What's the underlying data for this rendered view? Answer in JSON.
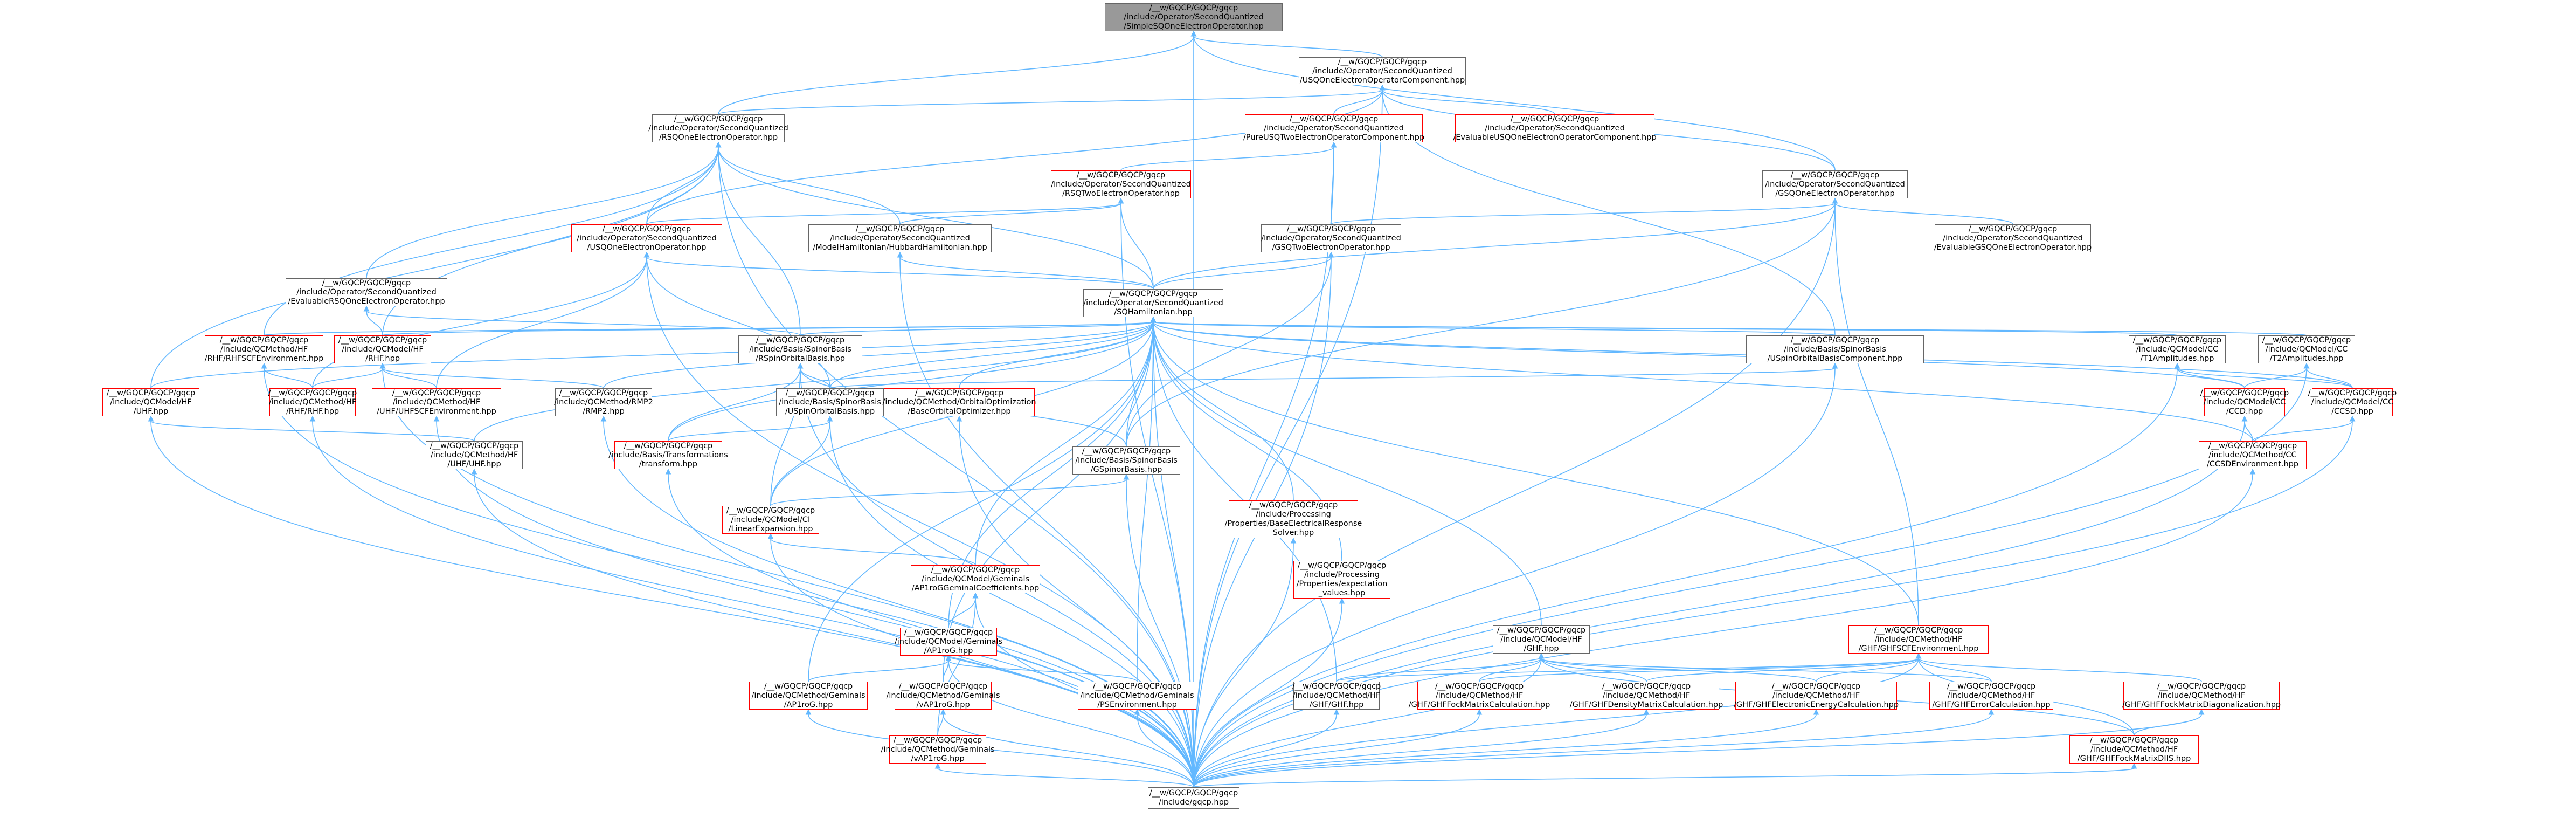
{
  "graph": {
    "colors": {
      "edge": "#63b8ff",
      "node_border": "#666666",
      "node_highlight_border": "#ff0000",
      "root_fill": "#999999"
    },
    "nodes": [
      {
        "id": "root",
        "lines": [
          "/__w/GQCP/GQCP/gqcp",
          "/include/Operator/SecondQuantized",
          "/SimpleSQOneElectronOperator.hpp"
        ],
        "style": "root"
      },
      {
        "id": "sqoeoc",
        "lines": [
          "/__w/GQCP/GQCP/gqcp",
          "/include/Operator/SecondQuantized",
          "/USQOneElectronOperatorComponent.hpp"
        ],
        "style": "normal"
      },
      {
        "id": "rsqoeo",
        "lines": [
          "/__w/GQCP/GQCP/gqcp",
          "/include/Operator/SecondQuantized",
          "/RSQOneElectronOperator.hpp"
        ],
        "style": "normal"
      },
      {
        "id": "pusqoeoc",
        "lines": [
          "/__w/GQCP/GQCP/gqcp",
          "/include/Operator/SecondQuantized",
          "/PureUSQTwoElectronOperatorComponent.hpp"
        ],
        "style": "red"
      },
      {
        "id": "evaluoeoc",
        "lines": [
          "/__w/GQCP/GQCP/gqcp",
          "/include/Operator/SecondQuantized",
          "/EvaluableUSQOneElectronOperatorComponent.hpp"
        ],
        "style": "red"
      },
      {
        "id": "rsqteo",
        "lines": [
          "/__w/GQCP/GQCP/gqcp",
          "/include/Operator/SecondQuantized",
          "/RSQTwoElectronOperator.hpp"
        ],
        "style": "red"
      },
      {
        "id": "gsqoeo",
        "lines": [
          "/__w/GQCP/GQCP/gqcp",
          "/include/Operator/SecondQuantized",
          "/GSQOneElectronOperator.hpp"
        ],
        "style": "normal"
      },
      {
        "id": "usqoeo",
        "lines": [
          "/__w/GQCP/GQCP/gqcp",
          "/include/Operator/SecondQuantized",
          "/USQOneElectronOperator.hpp"
        ],
        "style": "red"
      },
      {
        "id": "hubbard",
        "lines": [
          "/__w/GQCP/GQCP/gqcp",
          "/include/Operator/SecondQuantized",
          "/ModelHamiltonian/HubbardHamiltonian.hpp"
        ],
        "style": "normal"
      },
      {
        "id": "gsqteo",
        "lines": [
          "/__w/GQCP/GQCP/gqcp",
          "/include/Operator/SecondQuantized",
          "/GSQTwoElectronOperator.hpp"
        ],
        "style": "normal"
      },
      {
        "id": "evalgsqoeo",
        "lines": [
          "/__w/GQCP/GQCP/gqcp",
          "/include/Operator/SecondQuantized",
          "/EvaluableGSQOneElectronOperator.hpp"
        ],
        "style": "normal"
      },
      {
        "id": "evalrsqoeo",
        "lines": [
          "/__w/GQCP/GQCP/gqcp",
          "/include/Operator/SecondQuantized",
          "/EvaluableRSQOneElectronOperator.hpp"
        ],
        "style": "normal"
      },
      {
        "id": "sqham",
        "lines": [
          "/__w/GQCP/GQCP/gqcp",
          "/include/Operator/SecondQuantized",
          "/SQHamiltonian.hpp"
        ],
        "style": "normal"
      },
      {
        "id": "rhfscf",
        "lines": [
          "/__w/GQCP/GQCP/gqcp",
          "/include/QCMethod/HF",
          "/RHF/RHFSCFEnvironment.hpp"
        ],
        "style": "red"
      },
      {
        "id": "rhfmodel",
        "lines": [
          "/__w/GQCP/GQCP/gqcp",
          "/include/QCModel/HF",
          "/RHF.hpp"
        ],
        "style": "red"
      },
      {
        "id": "rsob",
        "lines": [
          "/__w/GQCP/GQCP/gqcp",
          "/include/Basis/SpinorBasis",
          "/RSpinOrbitalBasis.hpp"
        ],
        "style": "normal"
      },
      {
        "id": "uspinorcomp",
        "lines": [
          "/__w/GQCP/GQCP/gqcp",
          "/include/Basis/SpinorBasis",
          "/USpinOrbitalBasisComponent.hpp"
        ],
        "style": "normal"
      },
      {
        "id": "t1amp",
        "lines": [
          "/__w/GQCP/GQCP/gqcp",
          "/include/QCModel/CC",
          "/T1Amplitudes.hpp"
        ],
        "style": "normal"
      },
      {
        "id": "t2amp",
        "lines": [
          "/__w/GQCP/GQCP/gqcp",
          "/include/QCModel/CC",
          "/T2Amplitudes.hpp"
        ],
        "style": "normal"
      },
      {
        "id": "uhfmodel",
        "lines": [
          "/__w/GQCP/GQCP/gqcp",
          "/include/QCModel/HF",
          "/UHF.hpp"
        ],
        "style": "red"
      },
      {
        "id": "rhfmethod",
        "lines": [
          "/__w/GQCP/GQCP/gqcp",
          "/include/QCMethod/HF",
          "/RHF/RHF.hpp"
        ],
        "style": "red"
      },
      {
        "id": "uhfscf",
        "lines": [
          "/__w/GQCP/GQCP/gqcp",
          "/include/QCMethod/HF",
          "/UHF/UHFSCFEnvironment.hpp"
        ],
        "style": "red"
      },
      {
        "id": "rmp2",
        "lines": [
          "/__w/GQCP/GQCP/gqcp",
          "/include/QCMethod/RMP2",
          "/RMP2.hpp"
        ],
        "style": "normal"
      },
      {
        "id": "usob",
        "lines": [
          "/__w/GQCP/GQCP/gqcp",
          "/include/Basis/SpinorBasis",
          "/USpinOrbitalBasis.hpp"
        ],
        "style": "normal"
      },
      {
        "id": "baseorbopt",
        "lines": [
          "/__w/GQCP/GQCP/gqcp",
          "/include/QCMethod/OrbitalOptimization",
          "/BaseOrbitalOptimizer.hpp"
        ],
        "style": "red"
      },
      {
        "id": "ccd",
        "lines": [
          "/__w/GQCP/GQCP/gqcp",
          "/include/QCModel/CC",
          "/CCD.hpp"
        ],
        "style": "red"
      },
      {
        "id": "ccsd",
        "lines": [
          "/__w/GQCP/GQCP/gqcp",
          "/include/QCModel/CC",
          "/CCSD.hpp"
        ],
        "style": "red"
      },
      {
        "id": "uhfmethod",
        "lines": [
          "/__w/GQCP/GQCP/gqcp",
          "/include/QCMethod/HF",
          "/UHF/UHF.hpp"
        ],
        "style": "normal"
      },
      {
        "id": "transform",
        "lines": [
          "/__w/GQCP/GQCP/gqcp",
          "/include/Basis/Transformations",
          "/transform.hpp"
        ],
        "style": "red"
      },
      {
        "id": "gspinor",
        "lines": [
          "/__w/GQCP/GQCP/gqcp",
          "/include/Basis/SpinorBasis",
          "/GSpinorBasis.hpp"
        ],
        "style": "normal"
      },
      {
        "id": "ccsdenv",
        "lines": [
          "/__w/GQCP/GQCP/gqcp",
          "/include/QCMethod/CC",
          "/CCSDEnvironment.hpp"
        ],
        "style": "red"
      },
      {
        "id": "linexp",
        "lines": [
          "/__w/GQCP/GQCP/gqcp",
          "/include/QCModel/CI",
          "/LinearExpansion.hpp"
        ],
        "style": "red"
      },
      {
        "id": "elecresp",
        "lines": [
          "/__w/GQCP/GQCP/gqcp",
          "/include/Processing",
          "/Properties/BaseElectricalResponse",
          "Solver.hpp"
        ],
        "style": "red"
      },
      {
        "id": "ap1rogcoef",
        "lines": [
          "/__w/GQCP/GQCP/gqcp",
          "/include/QCModel/Geminals",
          "/AP1roGGeminalCoefficients.hpp"
        ],
        "style": "red"
      },
      {
        "id": "expvals",
        "lines": [
          "/__w/GQCP/GQCP/gqcp",
          "/include/Processing",
          "/Properties/expectation",
          "_values.hpp"
        ],
        "style": "red"
      },
      {
        "id": "ap1rog",
        "lines": [
          "/__w/GQCP/GQCP/gqcp",
          "/include/QCModel/Geminals",
          "/AP1roG.hpp"
        ],
        "style": "red"
      },
      {
        "id": "ghfmodel",
        "lines": [
          "/__w/GQCP/GQCP/gqcp",
          "/include/QCModel/HF",
          "/GHF.hpp"
        ],
        "style": "normal"
      },
      {
        "id": "ghfscf",
        "lines": [
          "/__w/GQCP/GQCP/gqcp",
          "/include/QCMethod/HF",
          "/GHF/GHFSCFEnvironment.hpp"
        ],
        "style": "red"
      },
      {
        "id": "ap1rogm",
        "lines": [
          "/__w/GQCP/GQCP/gqcp",
          "/include/QCMethod/Geminals",
          "/AP1roG.hpp"
        ],
        "style": "red"
      },
      {
        "id": "vap1rog",
        "lines": [
          "/__w/GQCP/GQCP/gqcp",
          "/include/QCMethod/Geminals",
          "/vAP1roG.hpp"
        ],
        "style": "red"
      },
      {
        "id": "pseenv",
        "lines": [
          "/__w/GQCP/GQCP/gqcp",
          "/include/QCMethod/Geminals",
          "/PSEnvironment.hpp"
        ],
        "style": "red"
      },
      {
        "id": "ghfmethod",
        "lines": [
          "/__w/GQCP/GQCP/gqcp",
          "/include/QCMethod/HF",
          "/GHF/GHF.hpp"
        ],
        "style": "normal"
      },
      {
        "id": "ghffock",
        "lines": [
          "/__w/GQCP/GQCP/gqcp",
          "/include/QCMethod/HF",
          "/GHF/GHFFockMatrixCalculation.hpp"
        ],
        "style": "red"
      },
      {
        "id": "ghfdens",
        "lines": [
          "/__w/GQCP/GQCP/gqcp",
          "/include/QCMethod/HF",
          "/GHF/GHFDensityMatrixCalculation.hpp"
        ],
        "style": "red"
      },
      {
        "id": "ghfenergy",
        "lines": [
          "/__w/GQCP/GQCP/gqcp",
          "/include/QCMethod/HF",
          "/GHF/GHFElectronicEnergyCalculation.hpp"
        ],
        "style": "red"
      },
      {
        "id": "ghferror",
        "lines": [
          "/__w/GQCP/GQCP/gqcp",
          "/include/QCMethod/HF",
          "/GHF/GHFErrorCalculation.hpp"
        ],
        "style": "red"
      },
      {
        "id": "ghfdiag",
        "lines": [
          "/__w/GQCP/GQCP/gqcp",
          "/include/QCMethod/HF",
          "/GHF/GHFFockMatrixDiagonalization.hpp"
        ],
        "style": "red"
      },
      {
        "id": "vap1rog2",
        "lines": [
          "/__w/GQCP/GQCP/gqcp",
          "/include/QCMethod/Geminals",
          "/vAP1roG.hpp"
        ],
        "style": "red"
      },
      {
        "id": "ghfdiis",
        "lines": [
          "/__w/GQCP/GQCP/gqcp",
          "/include/QCMethod/HF",
          "/GHF/GHFFockMatrixDIIS.hpp"
        ],
        "style": "red"
      },
      {
        "id": "gqcp",
        "lines": [
          "/__w/GQCP/GQCP/gqcp",
          "/include/gqcp.hpp"
        ],
        "style": "normal"
      }
    ],
    "edges": [
      [
        "sqoeoc",
        "root"
      ],
      [
        "rsqoeo",
        "root"
      ],
      [
        "gsqoeo",
        "root"
      ],
      [
        "gqcp",
        "root"
      ],
      [
        "rsqoeo",
        "sqoeoc"
      ],
      [
        "pusqoeoc",
        "sqoeoc"
      ],
      [
        "evaluoeoc",
        "sqoeoc"
      ],
      [
        "gsqoeo",
        "sqoeoc"
      ],
      [
        "usqoeo",
        "sqoeoc"
      ],
      [
        "uspinorcomp",
        "sqoeoc"
      ],
      [
        "gqcp",
        "sqoeoc"
      ],
      [
        "rsqteo",
        "pusqoeoc"
      ],
      [
        "gsqteo",
        "pusqoeoc"
      ],
      [
        "gqcp",
        "pusqoeoc"
      ],
      [
        "usqoeo",
        "rsqoeo"
      ],
      [
        "hubbard",
        "rsqoeo"
      ],
      [
        "evalrsqoeo",
        "rsqoeo"
      ],
      [
        "sqham",
        "rsqoeo"
      ],
      [
        "rhfscf",
        "rsqoeo"
      ],
      [
        "rhfmodel",
        "rsqoeo"
      ],
      [
        "rsob",
        "rsqoeo"
      ],
      [
        "uhfmodel",
        "rsqoeo"
      ],
      [
        "gqcp",
        "rsqoeo"
      ],
      [
        "hubbard",
        "rsqteo"
      ],
      [
        "sqham",
        "rsqteo"
      ],
      [
        "usqoeo",
        "rsqteo"
      ],
      [
        "gqcp",
        "rsqteo"
      ],
      [
        "gsqteo",
        "gsqoeo"
      ],
      [
        "evalgsqoeo",
        "gsqoeo"
      ],
      [
        "sqham",
        "gsqoeo"
      ],
      [
        "gspinor",
        "gsqoeo"
      ],
      [
        "ghfscf",
        "gsqoeo"
      ],
      [
        "gqcp",
        "gsqoeo"
      ],
      [
        "sqham",
        "usqoeo"
      ],
      [
        "usob",
        "usqoeo"
      ],
      [
        "uhfscf",
        "usqoeo"
      ],
      [
        "rhfmethod",
        "usqoeo"
      ],
      [
        "gqcp",
        "usqoeo"
      ],
      [
        "sqham",
        "hubbard"
      ],
      [
        "gqcp",
        "hubbard"
      ],
      [
        "sqham",
        "gsqteo"
      ],
      [
        "gspinor",
        "gsqteo"
      ],
      [
        "gqcp",
        "gsqteo"
      ],
      [
        "rsob",
        "evalrsqoeo"
      ],
      [
        "rhfmodel",
        "evalrsqoeo"
      ],
      [
        "rhfscf",
        "sqham"
      ],
      [
        "rhfmodel",
        "sqham"
      ],
      [
        "rsob",
        "sqham"
      ],
      [
        "uspinorcomp",
        "sqham"
      ],
      [
        "t1amp",
        "sqham"
      ],
      [
        "t2amp",
        "sqham"
      ],
      [
        "uhfmodel",
        "sqham"
      ],
      [
        "rmp2",
        "sqham"
      ],
      [
        "usob",
        "sqham"
      ],
      [
        "baseorbopt",
        "sqham"
      ],
      [
        "ccd",
        "sqham"
      ],
      [
        "ccsd",
        "sqham"
      ],
      [
        "uhfmethod",
        "sqham"
      ],
      [
        "transform",
        "sqham"
      ],
      [
        "gspinor",
        "sqham"
      ],
      [
        "ccsdenv",
        "sqham"
      ],
      [
        "linexp",
        "sqham"
      ],
      [
        "elecresp",
        "sqham"
      ],
      [
        "ap1rogcoef",
        "sqham"
      ],
      [
        "expvals",
        "sqham"
      ],
      [
        "ap1rog",
        "sqham"
      ],
      [
        "ghfmodel",
        "sqham"
      ],
      [
        "ghfscf",
        "sqham"
      ],
      [
        "ap1rogm",
        "sqham"
      ],
      [
        "vap1rog",
        "sqham"
      ],
      [
        "pseenv",
        "sqham"
      ],
      [
        "ghfmethod",
        "sqham"
      ],
      [
        "gqcp",
        "sqham"
      ],
      [
        "rhfmethod",
        "rhfscf"
      ],
      [
        "gqcp",
        "rhfscf"
      ],
      [
        "rhfmethod",
        "rhfmodel"
      ],
      [
        "uhfscf",
        "rhfmodel"
      ],
      [
        "rmp2",
        "rhfmodel"
      ],
      [
        "gqcp",
        "rhfmodel"
      ],
      [
        "usob",
        "rsob"
      ],
      [
        "transform",
        "rsob"
      ],
      [
        "linexp",
        "rsob"
      ],
      [
        "gspinor",
        "rsob"
      ],
      [
        "gqcp",
        "rsob"
      ],
      [
        "usob",
        "uspinorcomp"
      ],
      [
        "gqcp",
        "uspinorcomp"
      ],
      [
        "ccd",
        "t1amp"
      ],
      [
        "ccsd",
        "t1amp"
      ],
      [
        "gqcp",
        "t1amp"
      ],
      [
        "ccd",
        "t2amp"
      ],
      [
        "ccsd",
        "t2amp"
      ],
      [
        "gqcp",
        "t2amp"
      ],
      [
        "uhfmethod",
        "uhfmodel"
      ],
      [
        "gqcp",
        "uhfmodel"
      ],
      [
        "gqcp",
        "rhfmethod"
      ],
      [
        "gqcp",
        "uhfscf"
      ],
      [
        "gqcp",
        "rmp2"
      ],
      [
        "transform",
        "usob"
      ],
      [
        "linexp",
        "usob"
      ],
      [
        "gqcp",
        "usob"
      ],
      [
        "gqcp",
        "baseorbopt"
      ],
      [
        "ccsdenv",
        "ccd"
      ],
      [
        "ccsdenv",
        "ccsd"
      ],
      [
        "gqcp",
        "ccd"
      ],
      [
        "gqcp",
        "ccsd"
      ],
      [
        "gqcp",
        "uhfmethod"
      ],
      [
        "gqcp",
        "transform"
      ],
      [
        "linexp",
        "gspinor"
      ],
      [
        "gqcp",
        "gspinor"
      ],
      [
        "gqcp",
        "ccsdenv"
      ],
      [
        "ap1rogcoef",
        "linexp"
      ],
      [
        "gqcp",
        "linexp"
      ],
      [
        "gqcp",
        "elecresp"
      ],
      [
        "ap1rog",
        "ap1rogcoef"
      ],
      [
        "vap1rog2",
        "ap1rogcoef"
      ],
      [
        "gqcp",
        "ap1rogcoef"
      ],
      [
        "gqcp",
        "expvals"
      ],
      [
        "ap1rogm",
        "ap1rog"
      ],
      [
        "vap1rog",
        "ap1rog"
      ],
      [
        "pseenv",
        "ap1rog"
      ],
      [
        "gqcp",
        "ap1rog"
      ],
      [
        "ghfmethod",
        "ghfmodel"
      ],
      [
        "ghffock",
        "ghfmodel"
      ],
      [
        "ghfdens",
        "ghfmodel"
      ],
      [
        "ghfenergy",
        "ghfmodel"
      ],
      [
        "ghferror",
        "ghfmodel"
      ],
      [
        "ghfdiis",
        "ghfmodel"
      ],
      [
        "gqcp",
        "ghfmodel"
      ],
      [
        "ghfmethod",
        "ghfscf"
      ],
      [
        "ghffock",
        "ghfscf"
      ],
      [
        "ghfdens",
        "ghfscf"
      ],
      [
        "ghfenergy",
        "ghfscf"
      ],
      [
        "ghferror",
        "ghfscf"
      ],
      [
        "ghfdiag",
        "ghfscf"
      ],
      [
        "ghfdiis",
        "ghfscf"
      ],
      [
        "gqcp",
        "ghfscf"
      ],
      [
        "gqcp",
        "ap1rogm"
      ],
      [
        "vap1rog2",
        "vap1rog"
      ],
      [
        "gqcp",
        "vap1rog"
      ],
      [
        "gqcp",
        "pseenv"
      ],
      [
        "gqcp",
        "ghfmethod"
      ],
      [
        "gqcp",
        "ghffock"
      ],
      [
        "gqcp",
        "ghfdens"
      ],
      [
        "gqcp",
        "ghfenergy"
      ],
      [
        "gqcp",
        "ghferror"
      ],
      [
        "ghfdiis",
        "ghfdiag"
      ],
      [
        "gqcp",
        "ghfdiag"
      ],
      [
        "gqcp",
        "vap1rog2"
      ],
      [
        "gqcp",
        "ghfdiis"
      ]
    ]
  }
}
